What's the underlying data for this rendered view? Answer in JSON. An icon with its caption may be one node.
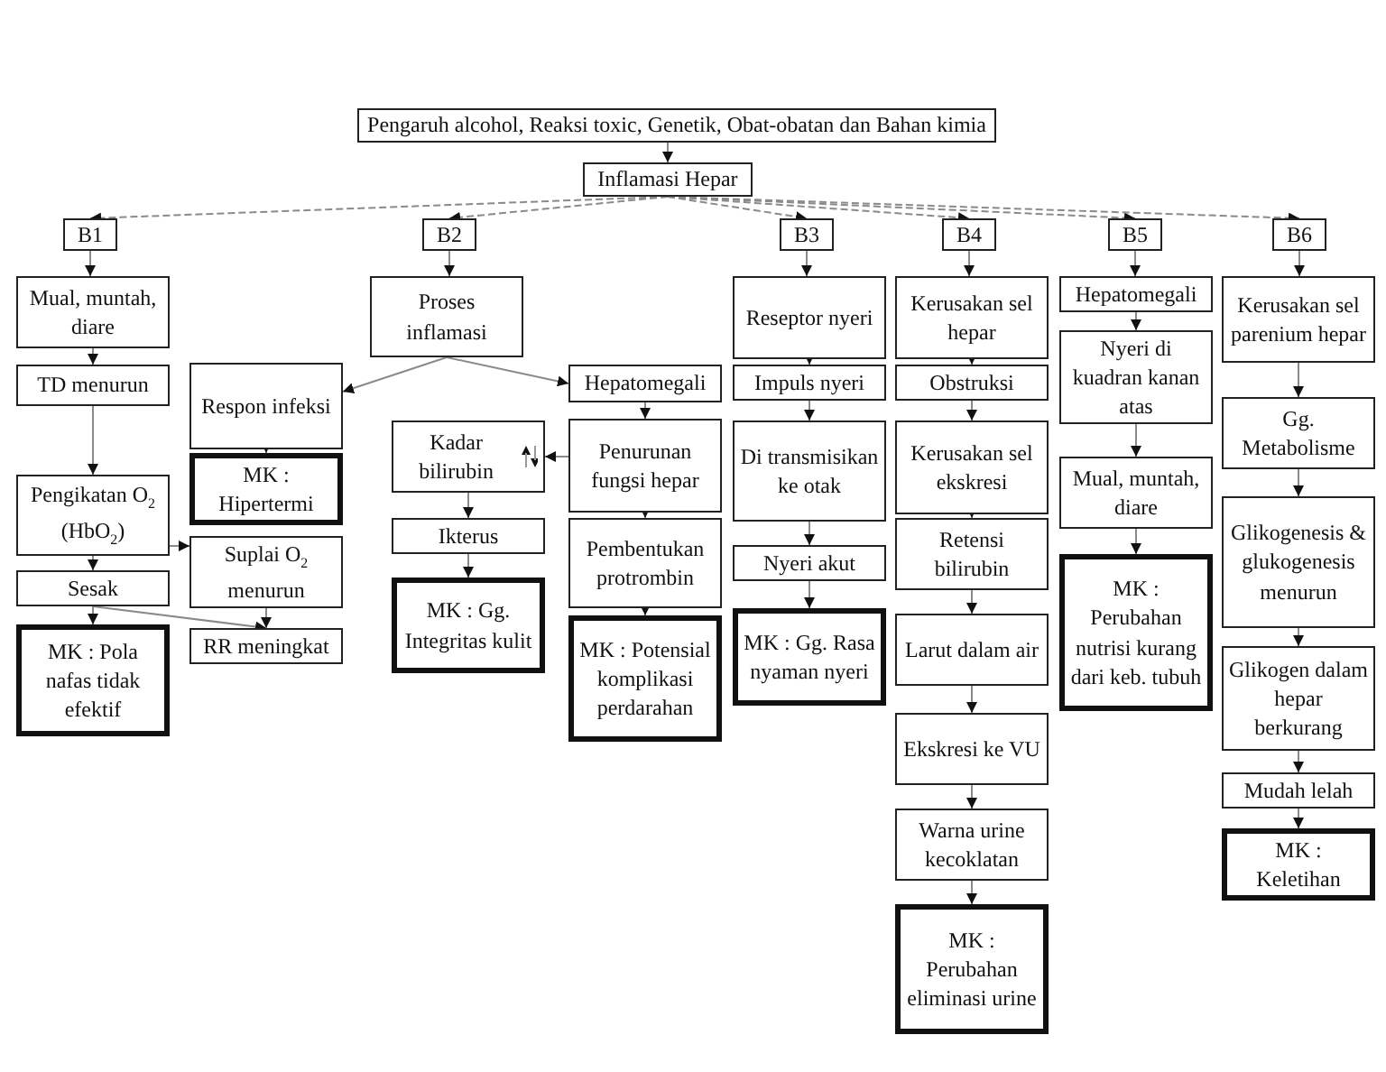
{
  "diagram": {
    "nodes": [
      {
        "text": [
          "Pengaruh alcohol, Reaksi toxic, Genetik, Obat-obatan dan Bahan kimia"
        ]
      },
      {
        "text": [
          "Inflamasi Hepar"
        ]
      },
      {
        "text": [
          "B1"
        ]
      },
      {
        "text": [
          "B2"
        ]
      },
      {
        "text": [
          "B3"
        ]
      },
      {
        "text": [
          "B4"
        ]
      },
      {
        "text": [
          "B5"
        ]
      },
      {
        "text": [
          "B6"
        ]
      },
      {
        "text": [
          "Mual, muntah, diare"
        ]
      },
      {
        "text": [
          "TD menurun"
        ]
      },
      {
        "text": [
          "Pengikatan O$_{2}$ (HbO$_{2}$)"
        ]
      },
      {
        "text": [
          "Sesak"
        ]
      },
      {
        "text": [
          "MK : Pola nafas tidak efektif"
        ]
      },
      {
        "text": [
          "Proses inflamasi"
        ]
      },
      {
        "text": [
          "Respon infeksi"
        ]
      },
      {
        "text": [
          "MK : Hipertermi"
        ]
      },
      {
        "text": [
          "Suplai O$_{2}$ menurun"
        ]
      },
      {
        "text": [
          "RR meningkat"
        ]
      },
      {
        "text": [
          "Hepatomegali"
        ]
      },
      {
        "text": [
          "Penurunan fungsi hepar"
        ]
      },
      {
        "text": [
          "Kadar bilirubin"
        ]
      },
      {
        "text": [
          "Ikterus"
        ]
      },
      {
        "text": [
          "MK : Gg. Integritas kulit"
        ]
      },
      {
        "text": [
          "Pembentukan protrombin"
        ]
      },
      {
        "text": [
          "MK : Potensial komplikasi perdarahan"
        ]
      },
      {
        "text": [
          "Reseptor nyeri"
        ]
      },
      {
        "text": [
          "Impuls nyeri"
        ]
      },
      {
        "text": [
          "Di transmisikan ke otak"
        ]
      },
      {
        "text": [
          "Nyeri akut"
        ]
      },
      {
        "text": [
          "MK : Gg. Rasa nyaman nyeri"
        ]
      },
      {
        "text": [
          "Kerusakan sel hepar"
        ]
      },
      {
        "text": [
          "Obstruksi"
        ]
      },
      {
        "text": [
          "Kerusakan sel ekskresi"
        ]
      },
      {
        "text": [
          "Retensi bilirubin"
        ]
      },
      {
        "text": [
          "Larut dalam air"
        ]
      },
      {
        "text": [
          "Ekskresi ke VU"
        ]
      },
      {
        "text": [
          "Warna urine kecoklatan"
        ]
      },
      {
        "text": [
          "MK : Perubahan eliminasi urine"
        ]
      },
      {
        "text": [
          "Hepatomegali"
        ]
      },
      {
        "text": [
          "Nyeri di kuadran kanan atas"
        ]
      },
      {
        "text": [
          "Mual, muntah, diare"
        ]
      },
      {
        "text": [
          "MK : Perubahan nutrisi kurang dari keb. tubuh"
        ]
      },
      {
        "text": [
          "Kerusakan sel parenium hepar"
        ]
      },
      {
        "text": [
          "Gg. Metabolisme"
        ]
      },
      {
        "text": [
          "Glikogenesis & glukogenesis menurun"
        ]
      },
      {
        "text": [
          "Glikogen dalam hepar berkurang"
        ]
      },
      {
        "text": [
          "Mudah lelah"
        ]
      },
      {
        "text": [
          "MK : Keletihan"
        ]
      }
    ],
    "edges": [
      {
        "from": 0,
        "to": 1,
        "arrow": "to"
      },
      {
        "from": 1,
        "to": 2,
        "arrow": "to",
        "style": "dashed"
      },
      {
        "from": 1,
        "to": 3,
        "arrow": "to",
        "style": "dashed"
      },
      {
        "from": 1,
        "to": 4,
        "arrow": "to",
        "style": "dashed"
      },
      {
        "from": 1,
        "to": 5,
        "arrow": "to",
        "style": "dashed"
      },
      {
        "from": 1,
        "to": 6,
        "arrow": "to",
        "style": "dashed"
      },
      {
        "from": 1,
        "to": 7,
        "arrow": "to",
        "style": "dashed"
      },
      {
        "from": 2,
        "to": 8,
        "arrow": "to"
      },
      {
        "from": 8,
        "to": 9,
        "arrow": "to"
      },
      {
        "from": 9,
        "to": 10,
        "arrow": "to"
      },
      {
        "from": 10,
        "to": 11,
        "arrow": "to"
      },
      {
        "from": 11,
        "to": 12,
        "arrow": "to"
      },
      {
        "from": 10,
        "to": 16,
        "arrow": "to"
      },
      {
        "from": 11,
        "to": 17,
        "arrow": "to"
      },
      {
        "from": 3,
        "to": 13,
        "arrow": "to"
      },
      {
        "from": 13,
        "to": 14,
        "arrow": "to"
      },
      {
        "from": 13,
        "to": 18,
        "arrow": "to"
      },
      {
        "from": 14,
        "to": 15,
        "arrow": "to"
      },
      {
        "from": 16,
        "to": 17,
        "arrow": "to"
      },
      {
        "from": 18,
        "to": 19,
        "arrow": "to"
      },
      {
        "from": 19,
        "to": 20,
        "arrow": "to"
      },
      {
        "from": 20,
        "to": 21,
        "arrow": "to"
      },
      {
        "from": 21,
        "to": 22,
        "arrow": "to"
      },
      {
        "from": 19,
        "to": 23,
        "arrow": "to"
      },
      {
        "from": 23,
        "to": 24,
        "arrow": "to"
      },
      {
        "from": 4,
        "to": 25,
        "arrow": "to"
      },
      {
        "from": 25,
        "to": 26,
        "arrow": "to"
      },
      {
        "from": 26,
        "to": 27,
        "arrow": "to"
      },
      {
        "from": 27,
        "to": 28,
        "arrow": "to"
      },
      {
        "from": 28,
        "to": 29,
        "arrow": "to"
      },
      {
        "from": 5,
        "to": 30,
        "arrow": "to"
      },
      {
        "from": 30,
        "to": 31,
        "arrow": "to"
      },
      {
        "from": 31,
        "to": 32,
        "arrow": "to"
      },
      {
        "from": 32,
        "to": 33,
        "arrow": "to"
      },
      {
        "from": 33,
        "to": 34,
        "arrow": "to"
      },
      {
        "from": 34,
        "to": 35,
        "arrow": "to"
      },
      {
        "from": 35,
        "to": 36,
        "arrow": "to"
      },
      {
        "from": 36,
        "to": 37,
        "arrow": "to"
      },
      {
        "from": 6,
        "to": 38,
        "arrow": "to"
      },
      {
        "from": 38,
        "to": 39,
        "arrow": "to"
      },
      {
        "from": 39,
        "to": 40,
        "arrow": "to"
      },
      {
        "from": 40,
        "to": 41,
        "arrow": "to"
      },
      {
        "from": 7,
        "to": 42,
        "arrow": "to"
      },
      {
        "from": 42,
        "to": 43,
        "arrow": "to"
      },
      {
        "from": 43,
        "to": 44,
        "arrow": "to"
      },
      {
        "from": 44,
        "to": 45,
        "arrow": "to"
      },
      {
        "from": 45,
        "to": 46,
        "arrow": "to"
      },
      {
        "from": 46,
        "to": 47,
        "arrow": "to"
      }
    ]
  }
}
